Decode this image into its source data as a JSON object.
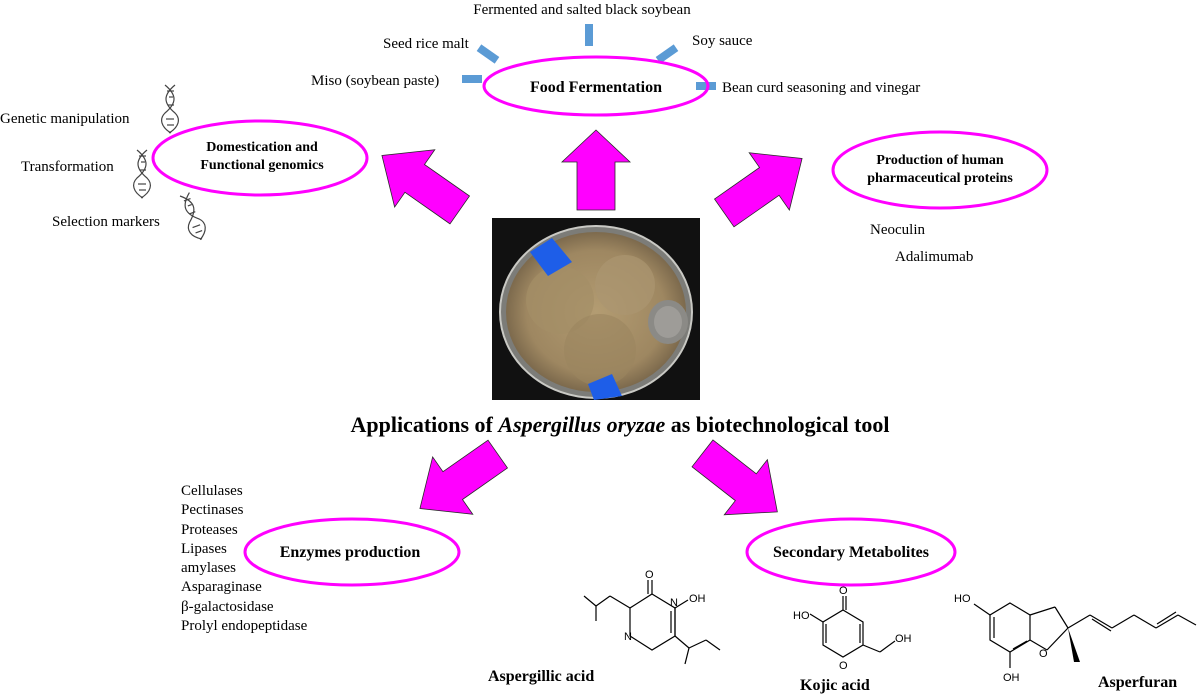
{
  "title": {
    "prefix": "Applications of ",
    "organism": "Aspergillus oryzae",
    "suffix": " as biotechnological tool"
  },
  "food_fermentation": {
    "label": "Food Fermentation",
    "products": [
      "Fermented and salted black soybean",
      "Seed rice malt",
      "Soy sauce",
      "Miso (soybean paste)",
      "Bean curd seasoning and vinegar"
    ]
  },
  "domestication": {
    "label_line1": "Domestication and",
    "label_line2": "Functional genomics",
    "tools": [
      "Genetic manipulation",
      "Transformation",
      "Selection markers"
    ]
  },
  "pharma": {
    "label_line1": "Production of human",
    "label_line2": "pharmaceutical proteins",
    "proteins": [
      "Neoculin",
      "Adalimumab"
    ]
  },
  "enzymes": {
    "label": "Enzymes production",
    "items": [
      "Cellulases",
      "Pectinases",
      "Proteases",
      "Lipases",
      "amylases",
      "Asparaginase",
      "β-galactosidase",
      "Prolyl endopeptidase"
    ]
  },
  "metabolites": {
    "label": "Secondary Metabolites",
    "compounds": [
      "Aspergillic acid",
      "Kojic acid",
      "Asperfuran"
    ],
    "atom_labels": {
      "aspergillic_O": "O",
      "aspergillic_N1": "N",
      "aspergillic_OH": "OH",
      "aspergillic_N2": "N",
      "kojic_O_keto": "O",
      "kojic_HO": "HO",
      "kojic_O_ring": "O",
      "kojic_OH": "OH",
      "asperfuran_HO": "HO",
      "asperfuran_OH": "OH",
      "asperfuran_O": "O"
    }
  },
  "colors": {
    "accent": "#ff00ff",
    "connector": "#5b9bd5",
    "dish_tape": "#1e5ee8",
    "dish_background": "#111111",
    "colony": "#a8926a"
  }
}
